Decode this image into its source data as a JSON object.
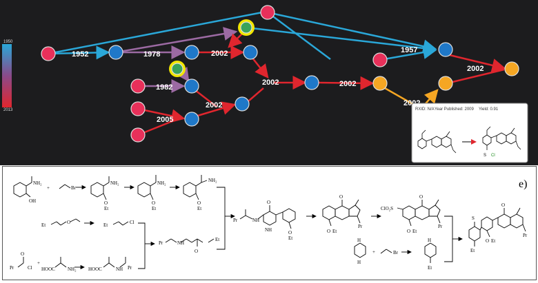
{
  "network": {
    "legend": {
      "top_label": "1950",
      "bottom_label": "2013"
    },
    "year_labels": [
      "1952",
      "1978",
      "2002",
      "1957",
      "1982",
      "2002",
      "2002",
      "2002",
      "2005",
      "2002",
      "2002"
    ],
    "tooltip": {
      "rxid": "RXID: N/A",
      "year": "Year Published: 2009",
      "yield": "Yield: 0.91"
    },
    "colors": {
      "background": "#1c1c1e",
      "node_blue": "#1f78c8",
      "node_red": "#e8305a",
      "node_orange": "#f5a623",
      "node_green": "#3aa35a",
      "highlight_ring": "#f2e600",
      "edge_blue": "#2aa7d8",
      "edge_red": "#e0262e",
      "edge_purple": "#9c6aa3",
      "edge_orange": "#f5a623"
    }
  },
  "scheme": {
    "panel_label": "e)",
    "atoms": {
      "nh2": "NH₂",
      "oh": "OH",
      "br": "Br",
      "oet": "O",
      "et": "Et",
      "nh": "NH",
      "n": "N",
      "o": "O",
      "cl": "Cl",
      "pr": "Pr",
      "h": "H",
      "hooc": "HOOC",
      "clo2s": "ClO₂S",
      "s": "S",
      "plus": "+"
    }
  }
}
